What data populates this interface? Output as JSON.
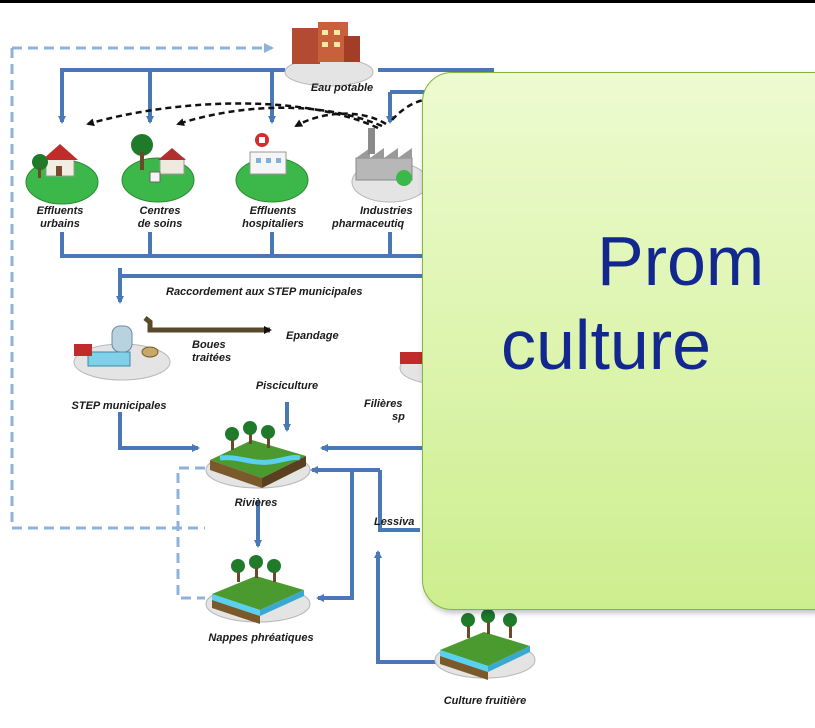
{
  "diagram": {
    "nodes": {
      "eau_potable": "Eau potable",
      "effluents_urbains": [
        "Effluents",
        "urbains"
      ],
      "centres_soins": [
        "Centres",
        "de soins"
      ],
      "effluents_hospitaliers": [
        "Effluents",
        "hospitaliers"
      ],
      "industries": [
        "Industries",
        "pharmaceutiq"
      ],
      "step": "STEP municipales",
      "filieres": [
        "Filières",
        "sp"
      ],
      "rivieres": "Rivières",
      "nappes": "Nappes phréatiques",
      "culture_fruitiere": "Culture fruitière"
    },
    "edge_labels": {
      "raccordement": "Raccordement aux STEP municipales",
      "boues": [
        "Boues",
        "traitées"
      ],
      "epandage": "Epandage",
      "pisciculture": "Pisciculture",
      "lessivage": "Lessiva"
    }
  },
  "callout": {
    "line1": "Prom",
    "line2": "culture"
  },
  "colors": {
    "arrow_blue": "#4a78b6",
    "dashed_blue": "#8fb3d8",
    "callout_text": "#13288f",
    "callout_fill": "#d9f3a8",
    "callout_border": "#7fb63b"
  }
}
